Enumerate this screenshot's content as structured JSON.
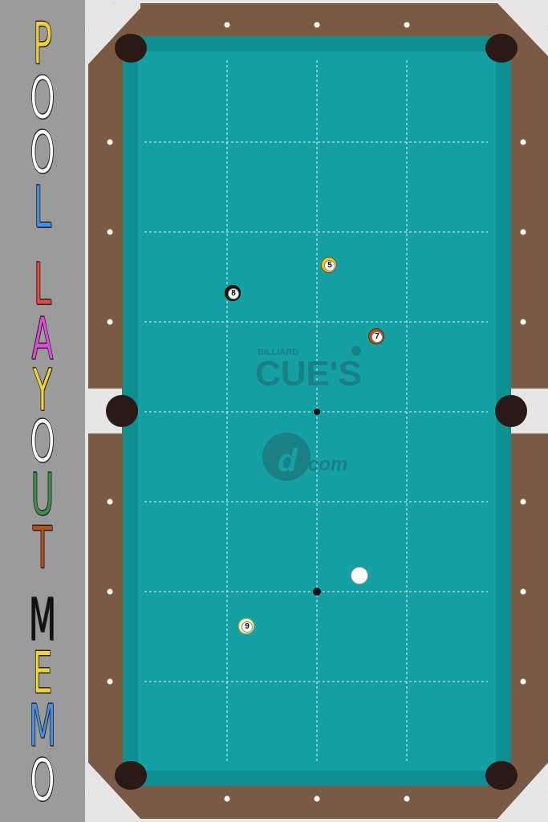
{
  "sidebar": {
    "letters": [
      {
        "char": "P",
        "color": "#f2d23a"
      },
      {
        "char": "O",
        "color": "#ffffff"
      },
      {
        "char": "O",
        "color": "#ffffff"
      },
      {
        "char": "L",
        "color": "#4a8fe0"
      },
      {
        "char": "L",
        "color": "#e8453c"
      },
      {
        "char": "A",
        "color": "#e04ad8"
      },
      {
        "char": "Y",
        "color": "#f2d23a"
      },
      {
        "char": "O",
        "color": "#ffffff"
      },
      {
        "char": "U",
        "color": "#3e8f4e"
      },
      {
        "char": "T",
        "color": "#b5501a"
      },
      {
        "char": "M",
        "color": "#111111"
      },
      {
        "char": "E",
        "color": "#f2d23a"
      },
      {
        "char": "M",
        "color": "#4a8fe0"
      },
      {
        "char": "O",
        "color": "#ffffff"
      }
    ]
  },
  "table": {
    "cloth_color": "#14a0a4",
    "rail_color": "#7a5a44",
    "logo_small": "BILLIARD",
    "logo_main": "CUE'S",
    "logo_com": "com"
  },
  "balls": [
    {
      "id": "ball-5",
      "number": "5",
      "color": "#f2c52a"
    },
    {
      "id": "ball-8",
      "number": "8",
      "color": "#111111"
    },
    {
      "id": "ball-7",
      "number": "7",
      "color": "#b5501a"
    },
    {
      "id": "ball-9",
      "number": "9",
      "color": "#f2c52a"
    },
    {
      "id": "cue-ball",
      "number": "",
      "color": "#ffffff"
    }
  ]
}
